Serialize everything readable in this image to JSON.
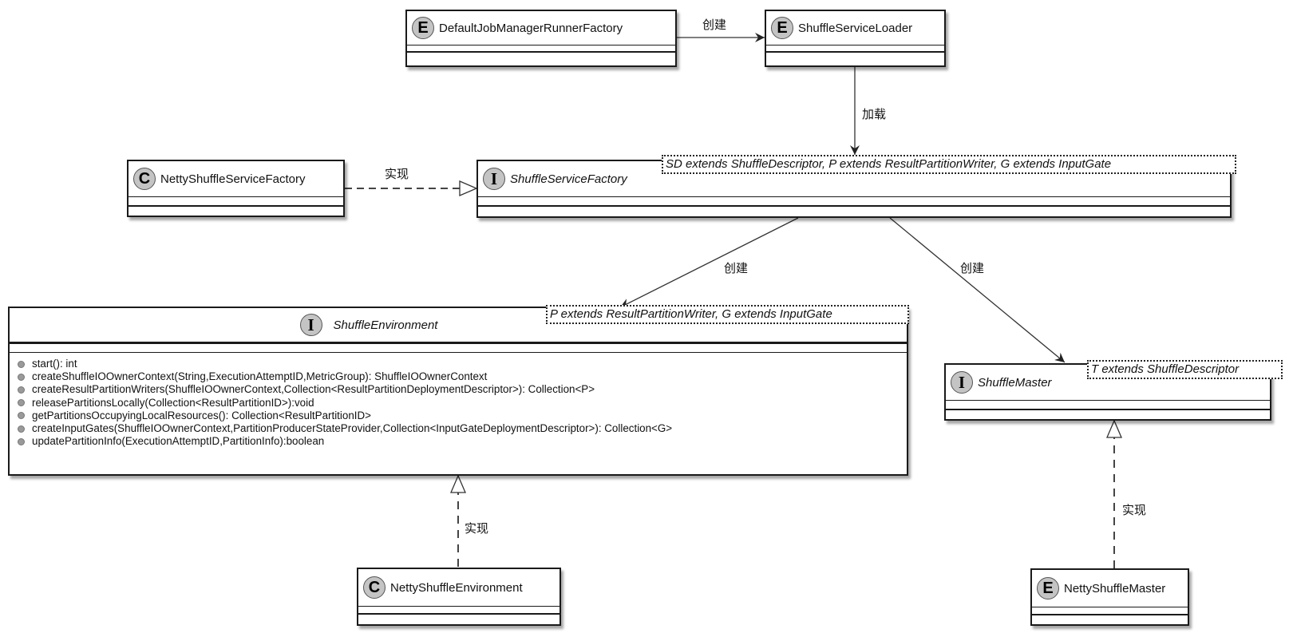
{
  "classes": {
    "default_job_manager_runner_factory": {
      "stereotype": "E",
      "name": "DefaultJobManagerRunnerFactory"
    },
    "shuffle_service_loader": {
      "stereotype": "E",
      "name": "ShuffleServiceLoader"
    },
    "netty_shuffle_service_factory": {
      "stereotype": "C",
      "name": "NettyShuffleServiceFactory"
    },
    "shuffle_service_factory": {
      "stereotype": "I",
      "name": "ShuffleServiceFactory",
      "type_params": "SD extends ShuffleDescriptor, P extends ResultPartitionWriter, G extends InputGate"
    },
    "shuffle_environment": {
      "stereotype": "I",
      "name": "ShuffleEnvironment",
      "type_params": "P extends ResultPartitionWriter, G extends InputGate",
      "methods": [
        "start(): int",
        "createShuffleIOOwnerContext(String,ExecutionAttemptID,MetricGroup): ShuffleIOOwnerContext",
        "createResultPartitionWriters(ShuffleIOOwnerContext,Collection<ResultPartitionDeploymentDescriptor>): Collection<P>",
        "releasePartitionsLocally(Collection<ResultPartitionID>):void",
        "getPartitionsOccupyingLocalResources(): Collection<ResultPartitionID>",
        "createInputGates(ShuffleIOOwnerContext,PartitionProducerStateProvider,Collection<InputGateDeploymentDescriptor>): Collection<G>",
        "updatePartitionInfo(ExecutionAttemptID,PartitionInfo):boolean"
      ]
    },
    "shuffle_master": {
      "stereotype": "I",
      "name": "ShuffleMaster",
      "type_params": "T extends ShuffleDescriptor"
    },
    "netty_shuffle_environment": {
      "stereotype": "C",
      "name": "NettyShuffleEnvironment"
    },
    "netty_shuffle_master": {
      "stereotype": "E",
      "name": "NettyShuffleMaster"
    }
  },
  "relations": [
    {
      "from": "DefaultJobManagerRunnerFactory",
      "to": "ShuffleServiceLoader",
      "type": "association",
      "label": "创建"
    },
    {
      "from": "ShuffleServiceLoader",
      "to": "ShuffleServiceFactory",
      "type": "association",
      "label": "加载"
    },
    {
      "from": "NettyShuffleServiceFactory",
      "to": "ShuffleServiceFactory",
      "type": "realization",
      "label": "实现"
    },
    {
      "from": "ShuffleServiceFactory",
      "to": "ShuffleEnvironment",
      "type": "association",
      "label": "创建"
    },
    {
      "from": "ShuffleServiceFactory",
      "to": "ShuffleMaster",
      "type": "association",
      "label": "创建"
    },
    {
      "from": "NettyShuffleEnvironment",
      "to": "ShuffleEnvironment",
      "type": "realization",
      "label": "实现"
    },
    {
      "from": "NettyShuffleMaster",
      "to": "ShuffleMaster",
      "type": "realization",
      "label": "实现"
    }
  ]
}
